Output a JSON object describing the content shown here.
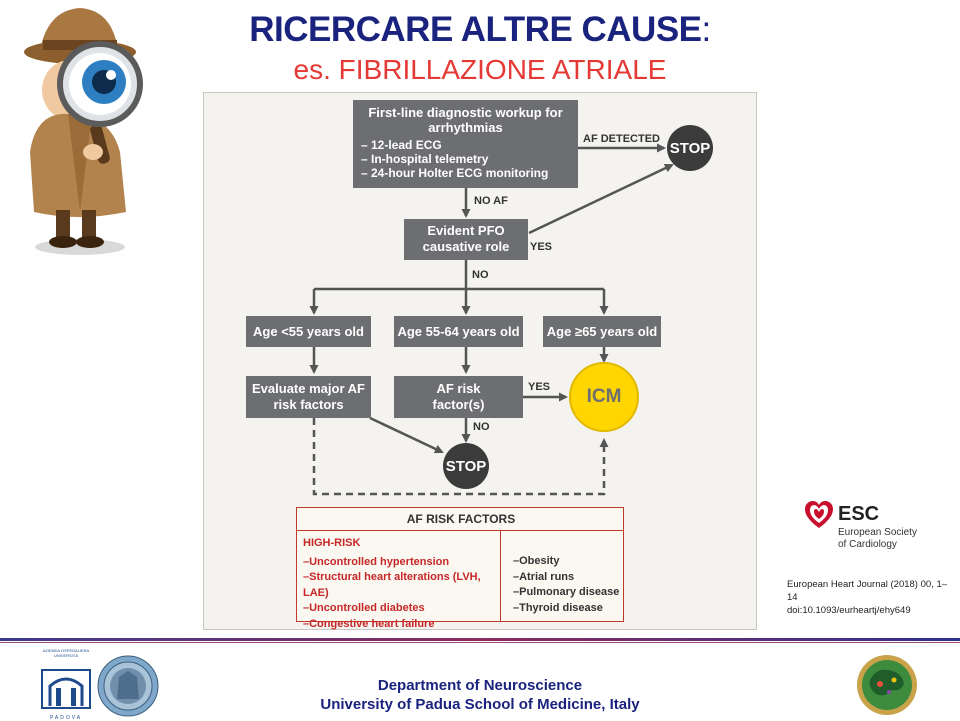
{
  "header": {
    "title": "RICERCARE ALTRE CAUSE",
    "title_colon": ":",
    "subtitle": "es. FIBRILLAZIONE ATRIALE"
  },
  "flowchart": {
    "workup_title": "First-line diagnostic workup for arrhythmias",
    "workup_items": [
      "– 12-lead ECG",
      "– In-hospital telemetry",
      "– 24-hour Holter ECG monitoring"
    ],
    "af_detected": "AF DETECTED",
    "stop": "STOP",
    "no_af": "NO AF",
    "pfo_box": "Evident PFO causative role",
    "yes": "YES",
    "no": "NO",
    "age_young": "Age <55 years old",
    "age_mid": "Age 55-64 years old",
    "age_old": "Age ≥65 years old",
    "evaluate": "Evaluate major AF risk factors",
    "af_risk": "AF risk factor(s)",
    "icm": "ICM"
  },
  "risk_factors": {
    "title": "AF RISK FACTORS",
    "high_risk_label": "HIGH-RISK",
    "high_risk": [
      "–Uncontrolled hypertension",
      "–Structural heart alterations (LVH, LAE)",
      "–Uncontrolled diabetes",
      "–Congestive heart failure"
    ],
    "other": [
      "–Obesity",
      "–Atrial runs",
      "–Pulmonary disease",
      "–Thyroid disease"
    ]
  },
  "esc": {
    "name": "ESC",
    "subtitle_line1": "European Society",
    "subtitle_line2": "of Cardiology",
    "citation_line1": "European Heart Journal (2018) 00, 1–14",
    "citation_line2": "doi:10.1093/eurheartj/ehy649"
  },
  "footer": {
    "line1": "Department of Neuroscience",
    "line2": "University of Padua School of Medicine, Italy"
  },
  "logos": {
    "azienda_text": "AZIENDA OSPEDALIERA UNIVERSITÀ",
    "padova_text": "PADOVA"
  },
  "colors": {
    "title": "#1a237e",
    "subtitle": "#e53935",
    "box": "#6d6e71",
    "stop": "#3b3b3c",
    "icm": "#ffd600",
    "risk_border": "#c0392b",
    "high_risk_red": "#c62828"
  }
}
